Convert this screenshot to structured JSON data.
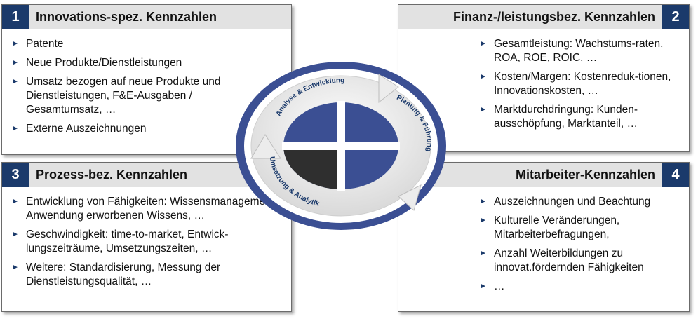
{
  "boxes": [
    {
      "number": "1",
      "title": "Innovations-spez. Kennzahlen",
      "items": [
        "Patente",
        "Neue Produkte/Dienstleistungen",
        "Umsatz bezogen auf neue Produkte und Dienstleistungen, F&E-Ausgaben / Gesamtumsatz, …",
        "Externe Auszeichnungen"
      ]
    },
    {
      "number": "2",
      "title": "Finanz-/leistungsbez. Kennzahlen",
      "items": [
        "Gesamtleistung: Wachstums-raten, ROA, ROE, ROIC, …",
        "Kosten/Margen: Kostenreduk-tionen, Innovationskosten, …",
        "Marktdurchdringung: Kunden-ausschöpfung, Marktanteil, …"
      ]
    },
    {
      "number": "3",
      "title": "Prozess-bez. Kennzahlen",
      "items": [
        "Entwicklung von Fähigkeiten: Wissensmanagement, Anwendung erworbenen Wissens, …",
        "Geschwindigkeit: time-to-market, Entwick-lungszeiträume, Umsetzungszeiten, …",
        "Weitere: Standardisierung, Messung der Dienstleistungsqualität, …"
      ]
    },
    {
      "number": "4",
      "title": "Mitarbeiter-Kennzahlen",
      "items": [
        "Auszeichnungen und Beachtung",
        "Kulturelle Veränderungen, Mitarbeiterbefragungen,",
        "Anzahl Weiterbildungen zu innovat.fördernden Fähigkeiten",
        "…"
      ]
    }
  ],
  "cycle": {
    "labels": [
      "Analyse & Entwicklung",
      "Planung & Führung",
      "Umsetzung & Analytik"
    ]
  },
  "colors": {
    "navy": "#1b3a6b",
    "header_gray": "#e2e2e2",
    "segment_blue": "#3b4f93",
    "segment_dark": "#2f2f2f"
  }
}
